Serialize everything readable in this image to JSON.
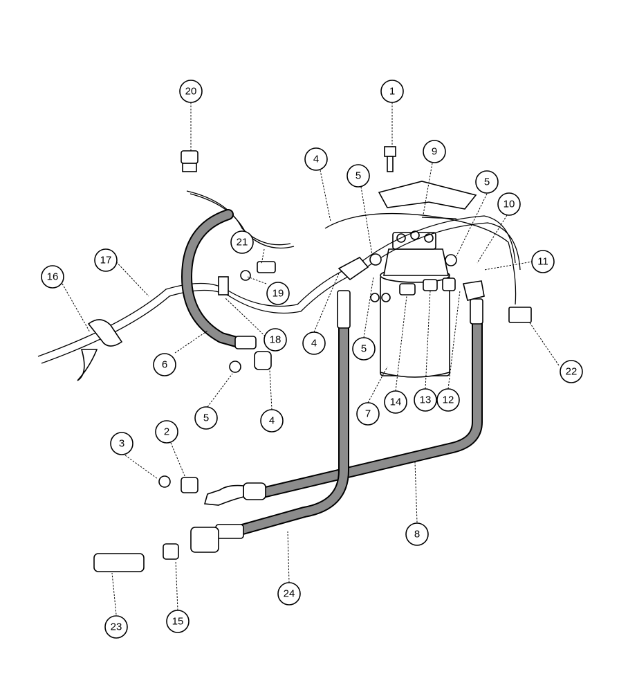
{
  "colors": {
    "line": "#000000",
    "hose_fill": "#8c8c8c",
    "background": "#ffffff"
  },
  "callouts": [
    {
      "id": "1",
      "label": "1"
    },
    {
      "id": "2",
      "label": "2"
    },
    {
      "id": "3",
      "label": "3"
    },
    {
      "id": "4a",
      "label": "4"
    },
    {
      "id": "4b",
      "label": "4"
    },
    {
      "id": "4c",
      "label": "4"
    },
    {
      "id": "5a",
      "label": "5"
    },
    {
      "id": "5b",
      "label": "5"
    },
    {
      "id": "5c",
      "label": "5"
    },
    {
      "id": "5d",
      "label": "5"
    },
    {
      "id": "6",
      "label": "6"
    },
    {
      "id": "7",
      "label": "7"
    },
    {
      "id": "8",
      "label": "8"
    },
    {
      "id": "9",
      "label": "9"
    },
    {
      "id": "10",
      "label": "10"
    },
    {
      "id": "11",
      "label": "11"
    },
    {
      "id": "12",
      "label": "12"
    },
    {
      "id": "13",
      "label": "13"
    },
    {
      "id": "14",
      "label": "14"
    },
    {
      "id": "15",
      "label": "15"
    },
    {
      "id": "16",
      "label": "16"
    },
    {
      "id": "17",
      "label": "17"
    },
    {
      "id": "18",
      "label": "18"
    },
    {
      "id": "19",
      "label": "19"
    },
    {
      "id": "20",
      "label": "20"
    },
    {
      "id": "21",
      "label": "21"
    },
    {
      "id": "22",
      "label": "22"
    },
    {
      "id": "23",
      "label": "23"
    },
    {
      "id": "24",
      "label": "24"
    }
  ]
}
